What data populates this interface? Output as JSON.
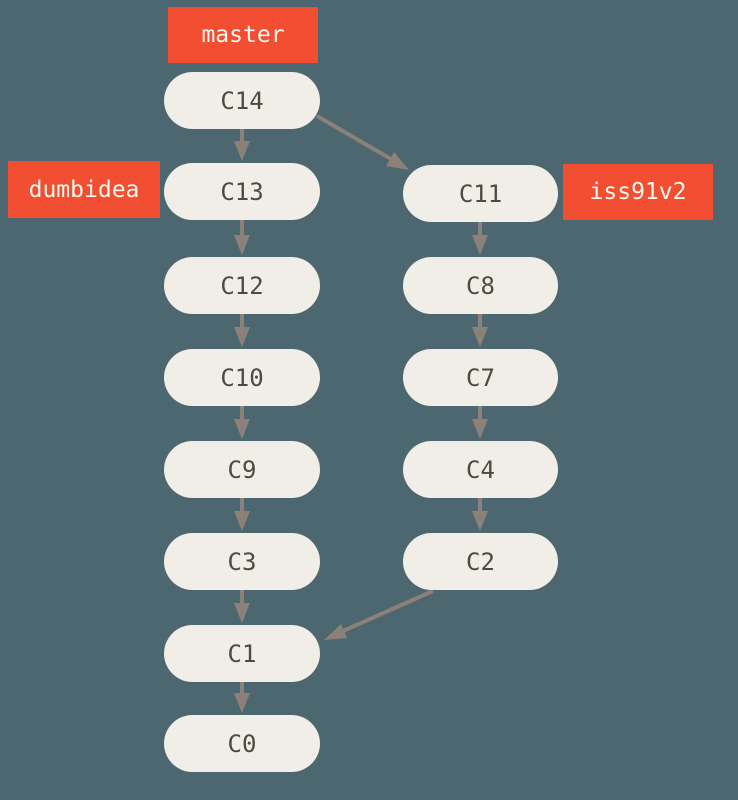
{
  "diagram": {
    "type": "git-commit-graph",
    "description": "Two columns of commits with branch labels; arrows point from child commit to parent commit"
  },
  "colors": {
    "bg-color": "#4c6770",
    "node-fill": "#f0eee6",
    "node-text": "#4e4942",
    "label-bg": "#f14e32",
    "label-text": "#fdf7ef",
    "edge-color": "#8b8178"
  },
  "branches": {
    "master": "master",
    "dumbidea": "dumbidea",
    "iss91v2": "iss91v2"
  },
  "branch_attachments": [
    {
      "branch": "master",
      "commit": "C14"
    },
    {
      "branch": "dumbidea",
      "commit": "C13"
    },
    {
      "branch": "iss91v2",
      "commit": "C11"
    }
  ],
  "commits": {
    "c14": "C14",
    "c13": "C13",
    "c12": "C12",
    "c10": "C10",
    "c9": "C9",
    "c3": "C3",
    "c1": "C1",
    "c0": "C0",
    "c11": "C11",
    "c8": "C8",
    "c7": "C7",
    "c4": "C4",
    "c2": "C2"
  },
  "columns": {
    "left_top_to_bottom": [
      "C14",
      "C13",
      "C12",
      "C10",
      "C9",
      "C3",
      "C1",
      "C0"
    ],
    "right_top_to_bottom": [
      "C11",
      "C8",
      "C7",
      "C4",
      "C2"
    ]
  },
  "edges": [
    {
      "from": "C14",
      "to": "C13"
    },
    {
      "from": "C14",
      "to": "C11"
    },
    {
      "from": "C13",
      "to": "C12"
    },
    {
      "from": "C12",
      "to": "C10"
    },
    {
      "from": "C10",
      "to": "C9"
    },
    {
      "from": "C9",
      "to": "C3"
    },
    {
      "from": "C3",
      "to": "C1"
    },
    {
      "from": "C1",
      "to": "C0"
    },
    {
      "from": "C11",
      "to": "C8"
    },
    {
      "from": "C8",
      "to": "C7"
    },
    {
      "from": "C7",
      "to": "C4"
    },
    {
      "from": "C4",
      "to": "C2"
    },
    {
      "from": "C2",
      "to": "C1"
    }
  ]
}
